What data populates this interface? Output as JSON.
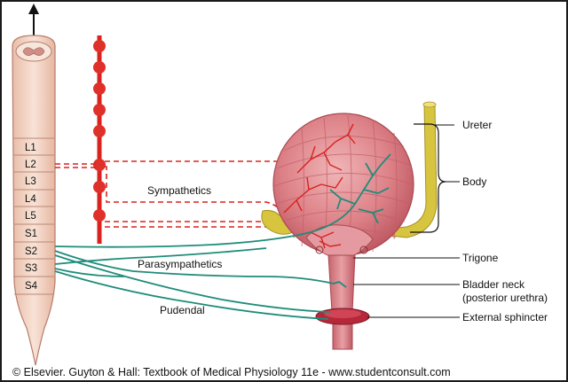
{
  "figure": {
    "spinal_segments": [
      "L1",
      "L2",
      "L3",
      "L4",
      "L5",
      "S1",
      "S2",
      "S3",
      "S4"
    ],
    "labels": {
      "ureter": "Ureter",
      "body": "Body",
      "trigone": "Trigone",
      "bladder_neck_line1": "Bladder neck",
      "bladder_neck_line2": "(posterior urethra)",
      "external_sphincter": "External sphincter",
      "sympathetics": "Sympathetics",
      "parasympathetics": "Parasympathetics",
      "pudendal": "Pudendal"
    },
    "credit": "© Elsevier. Guyton & Hall: Textbook of Medical Physiology 11e - www.studentconsult.com",
    "colors": {
      "sympathetic_nerve": "#d8231f",
      "parasympathetic_nerve": "#1f8c7a",
      "cord": "#f3d5c6",
      "bladder": "#d9777f",
      "ureter": "#d7c43f",
      "sphincter": "#b5283a"
    }
  }
}
